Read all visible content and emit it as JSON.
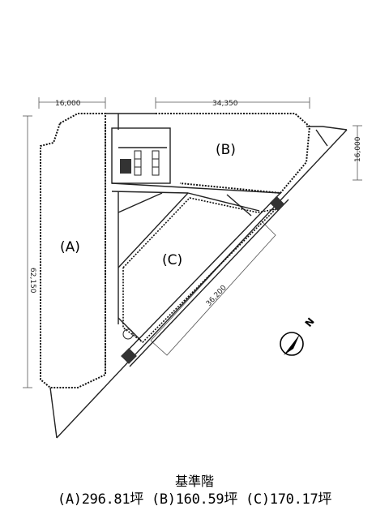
{
  "dimensions": {
    "dim_a_width": "16,000",
    "dim_b_width": "34,350",
    "dim_right": "16,000",
    "dim_height": "62,150",
    "dim_diagonal": "36,200"
  },
  "zones": {
    "a": "(A)",
    "b": "(B)",
    "c": "(C)"
  },
  "compass": {
    "label": "N"
  },
  "caption": {
    "title": "基準階",
    "areas": "(A)296.81坪  (B)160.59坪  (C)170.17坪"
  }
}
